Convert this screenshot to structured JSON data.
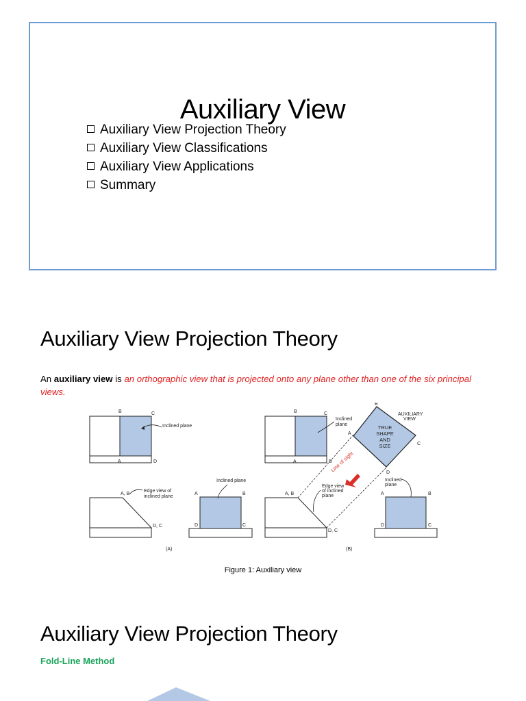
{
  "slide1": {
    "title": "Auxiliary View",
    "items": [
      "Auxiliary View Projection Theory",
      "Auxiliary View Classifications",
      "Auxiliary View Applications",
      "Summary"
    ]
  },
  "section1": {
    "heading": "Auxiliary View Projection Theory",
    "intro_prefix": "An ",
    "intro_term": "auxiliary view",
    "intro_mid": " is ",
    "intro_definition": "an orthographic view that is projected onto any plane other than one of the six principal views.",
    "figure": {
      "labels": {
        "b": "B",
        "c": "C",
        "a": "A",
        "d": "D",
        "ab": "A, B",
        "dc": "D, C",
        "inclined_plane": "Inclined plane",
        "inclined": "Inclined",
        "plane": "plane",
        "edge_view_1": "Edge view of",
        "edge_view_2": "inclined plane",
        "edge_b1": "Edge view",
        "edge_b2": "of inclined",
        "edge_b3": "plane",
        "auxiliary": "AUXILIARY",
        "view": "VIEW",
        "true": "TRUE",
        "shape": "SHAPE",
        "and": "AND",
        "size": "SIZE",
        "line_of_sight": "Line of sight",
        "panel_a": "(A)",
        "panel_b": "(B)"
      },
      "fill_color": "#b3c8e4",
      "accent_color": "#d9302a"
    },
    "caption": "Figure 1: Auxiliary view"
  },
  "section2": {
    "heading": "Auxiliary View Projection Theory",
    "subheading": "Fold-Line Method"
  }
}
